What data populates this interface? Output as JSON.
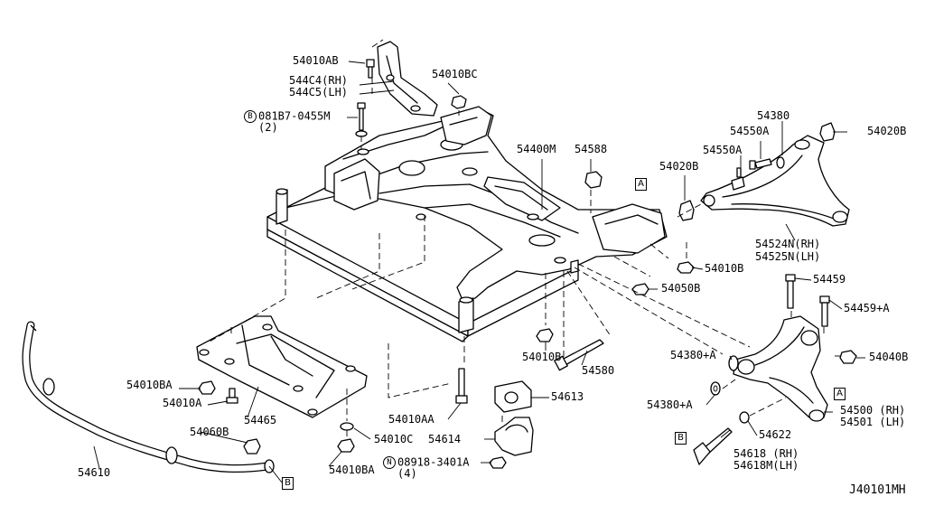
{
  "diagram": {
    "code": "J40101MH",
    "labels": {
      "p54010AB": "54010AB",
      "p544C4": "544C4(RH)",
      "p544C5": "544C5(LH)",
      "p08187_bolt": "081B7-0455M",
      "p08187_qty": "(2)",
      "p08187_circle": "B",
      "p54010BC": "54010BC",
      "p54400M": "54400M",
      "p54588": "54588",
      "p54380": "54380",
      "p54550A_1": "54550A",
      "p54550A_2": "54550A",
      "p54020B_1": "54020B",
      "p54020B_2": "54020B",
      "p54524N": "54524N(RH)",
      "p54525N": "54525N(LH)",
      "p54010B_1": "54010B",
      "p54050B": "54050B",
      "p54459": "54459",
      "p54459A": "54459+A",
      "p54040B": "54040B",
      "p54380A_1": "54380+A",
      "p54380A_2": "54380+A",
      "p54500": "54500 (RH)",
      "p54501": "54501 (LH)",
      "p54622": "54622",
      "p54618": "54618 (RH)",
      "p54618M": "54618M(LH)",
      "p54010B_2": "54010B",
      "p54580": "54580",
      "p54613": "54613",
      "p54614": "54614",
      "p54010AA": "54010AA",
      "p54010C": "54010C",
      "p54010BA_1": "54010BA",
      "p54010BA_2": "54010BA",
      "p54010A": "54010A",
      "p54465": "54465",
      "p54060B": "54060B",
      "p54610": "54610",
      "p08918_nut": "08918-3401A",
      "p08918_qty": "(4)",
      "p08918_circle": "N",
      "refA": "A",
      "refB": "B"
    }
  }
}
